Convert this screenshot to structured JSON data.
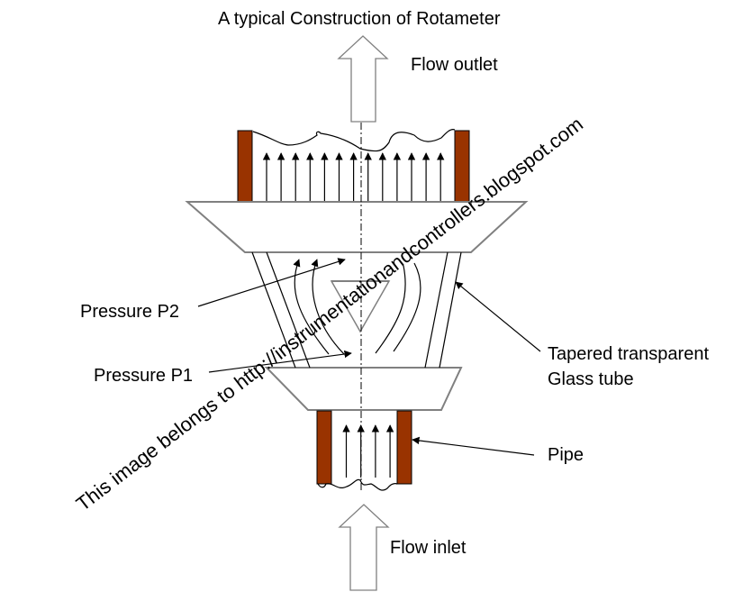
{
  "diagram": {
    "title": "A typical Construction of Rotameter",
    "labels": {
      "flow_outlet": "Flow outlet",
      "flow_inlet": "Flow inlet",
      "pressure_p2": "Pressure P2",
      "pressure_p1": "Pressure P1",
      "glass_tube_line1": "Tapered transparent",
      "glass_tube_line2": "Glass tube",
      "pipe": "Pipe"
    },
    "watermark": "This image belongs to http://instrumentationandcontrollers.blogspot.com",
    "colors": {
      "pipe_wall": "#993300",
      "outline": "#808080",
      "stroke": "#000000"
    },
    "upper_flow_arrow_count": 13,
    "lower_flow_arrow_count": 4
  }
}
